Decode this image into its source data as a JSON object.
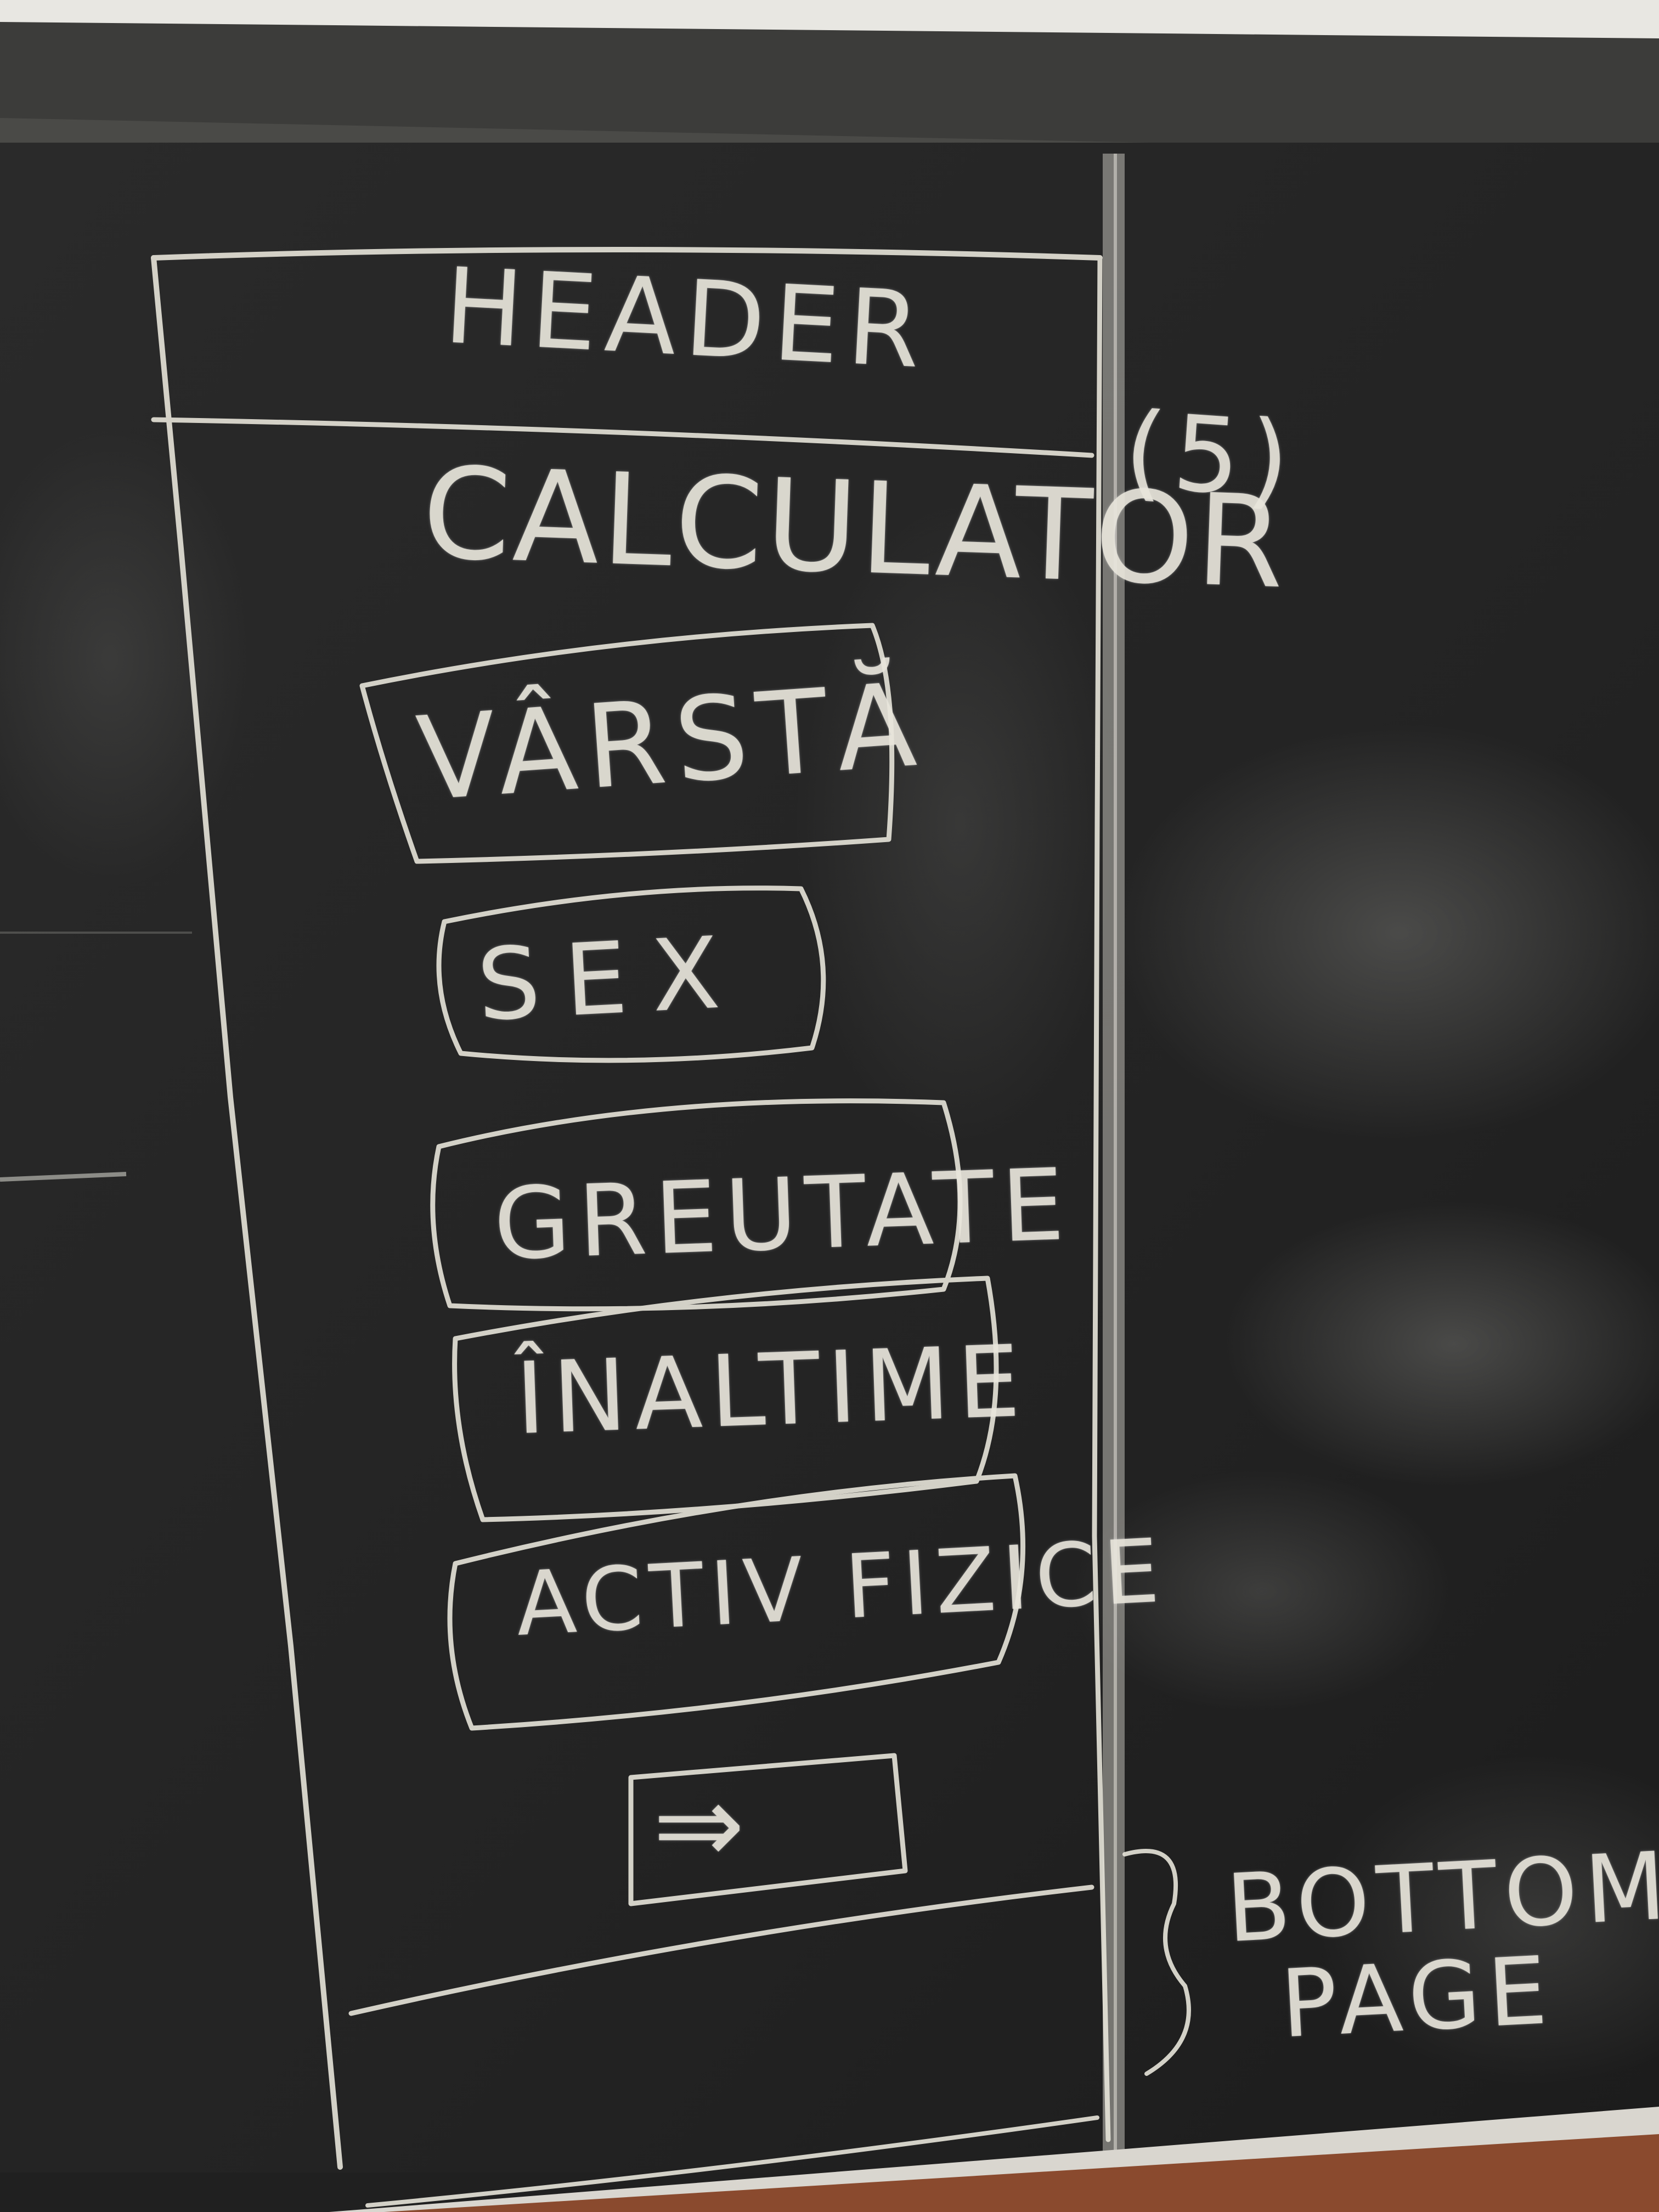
{
  "sketch": {
    "header_label": "HEADER",
    "screen_title": "CALCULATOR",
    "screen_number": "(5)",
    "fields": [
      {
        "label": "VÂRSTĂ"
      },
      {
        "label": "SEX"
      },
      {
        "label": "GREUTATE"
      },
      {
        "label": "ÎNALTIME"
      },
      {
        "label": "ACTIV FIZICE"
      }
    ],
    "next_button": {
      "icon": "arrow-right-icon",
      "glyph": "⇒"
    },
    "bottom_note_line1": "BOTTOM",
    "bottom_note_line2": "PAGE"
  },
  "colors": {
    "board": "#262626",
    "chalk": "#e9e6dc",
    "frame_top": "#3a3a38",
    "wall": "#f0efea",
    "wood": "#8a4a2e"
  }
}
